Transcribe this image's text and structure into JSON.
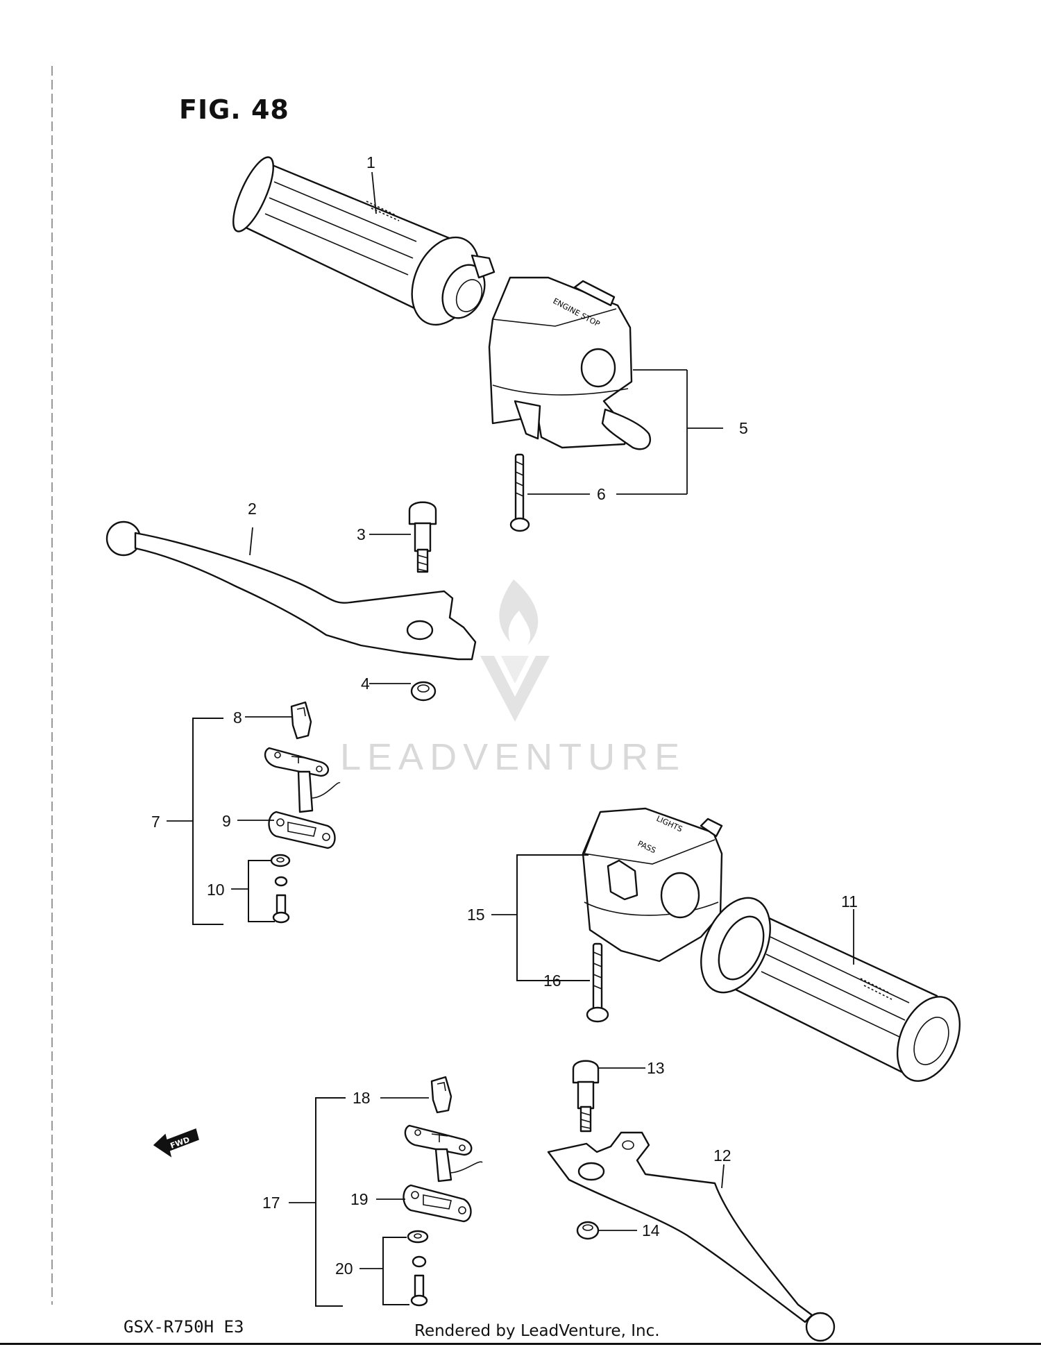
{
  "figure": {
    "title": "FIG. 48",
    "model": "GSX-R750H E3",
    "rendered_by": "Rendered by LeadVenture, Inc.",
    "watermark": "LEADVENTURE",
    "direction_marker": "FWD"
  },
  "part_numbers": {
    "p1": "1",
    "p2": "2",
    "p3": "3",
    "p4": "4",
    "p5": "5",
    "p6": "6",
    "p7": "7",
    "p8": "8",
    "p9": "9",
    "p10": "10",
    "p11": "11",
    "p12": "12",
    "p13": "13",
    "p14": "14",
    "p15": "15",
    "p16": "16",
    "p17": "17",
    "p18": "18",
    "p19": "19",
    "p20": "20"
  },
  "switch_labels": {
    "engine_stop": "ENGINE STOP",
    "lights": "LIGHTS",
    "pass": "PASS"
  }
}
